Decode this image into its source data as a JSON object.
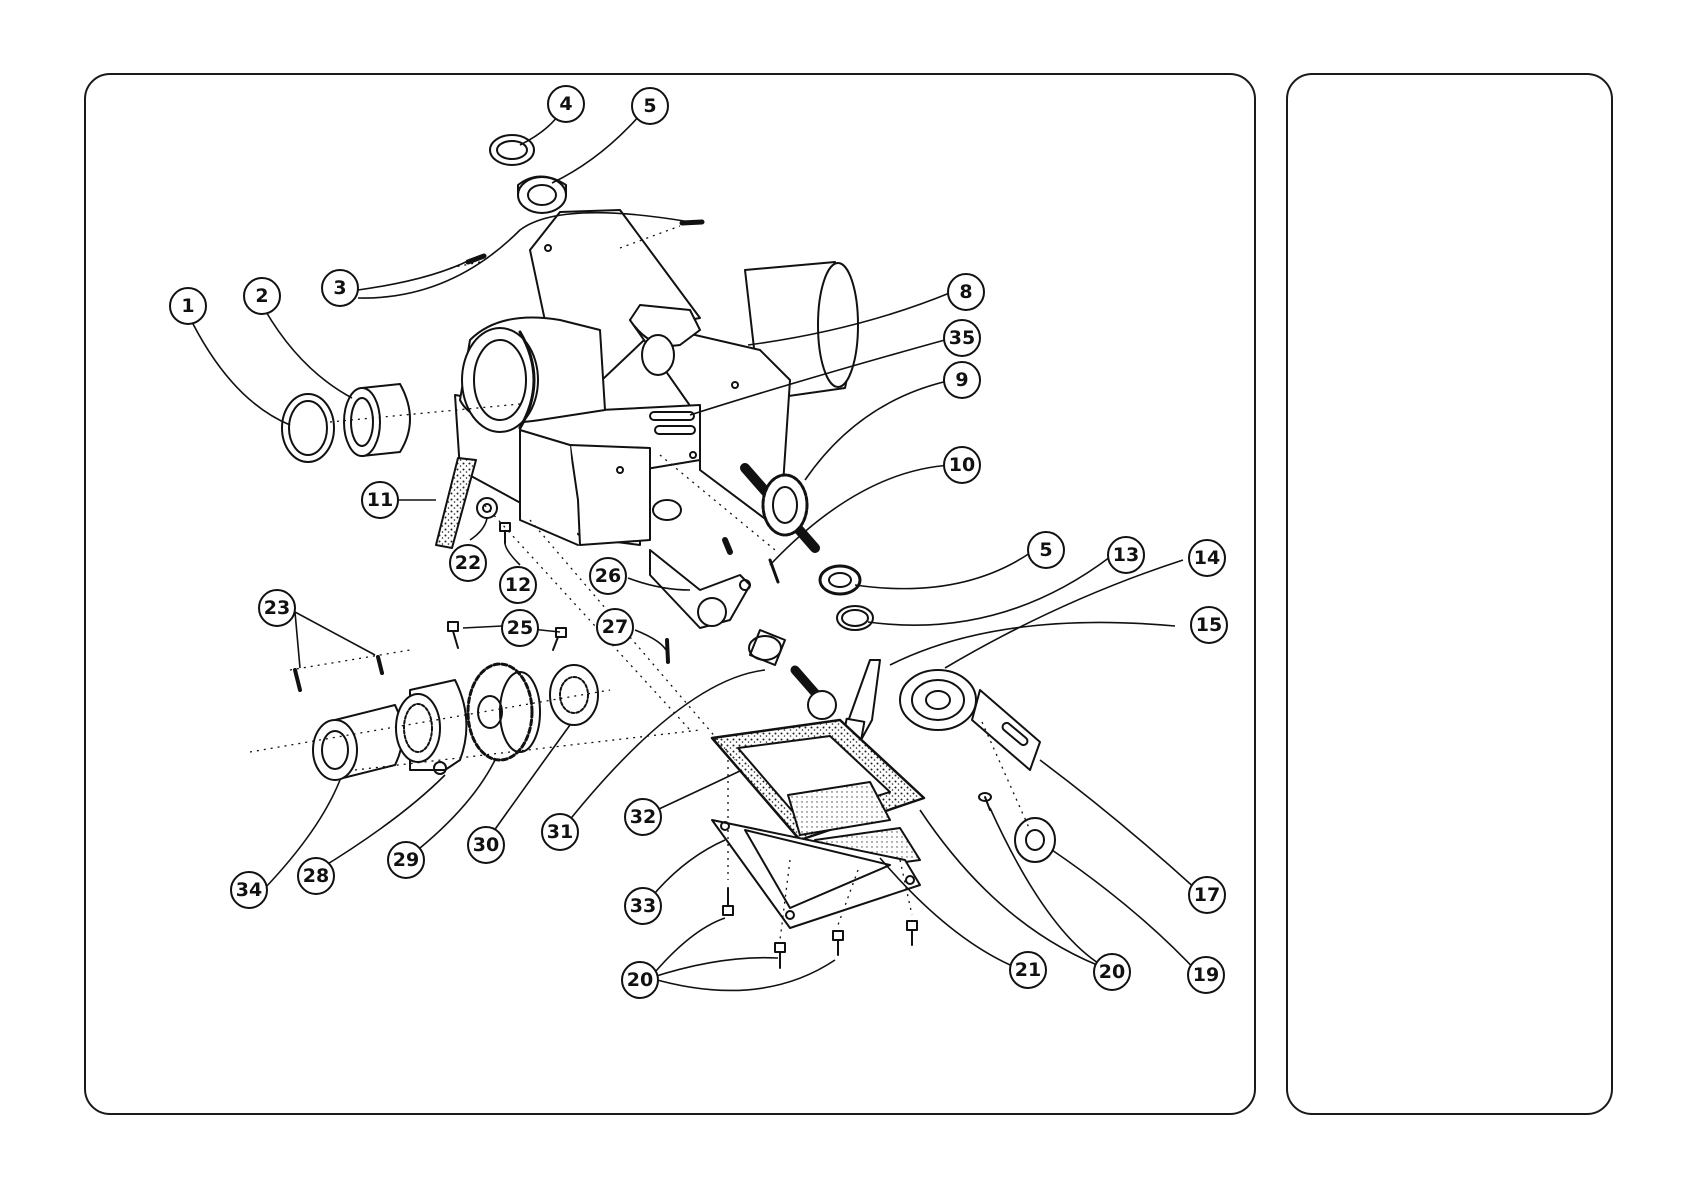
{
  "callouts": [
    {
      "id": "c1",
      "label": "1"
    },
    {
      "id": "c2",
      "label": "2"
    },
    {
      "id": "c3",
      "label": "3"
    },
    {
      "id": "c4",
      "label": "4"
    },
    {
      "id": "c5a",
      "label": "5"
    },
    {
      "id": "c8",
      "label": "8"
    },
    {
      "id": "c35",
      "label": "35"
    },
    {
      "id": "c9",
      "label": "9"
    },
    {
      "id": "c10",
      "label": "10"
    },
    {
      "id": "c11",
      "label": "11"
    },
    {
      "id": "c22",
      "label": "22"
    },
    {
      "id": "c12",
      "label": "12"
    },
    {
      "id": "c26",
      "label": "26"
    },
    {
      "id": "c5b",
      "label": "5"
    },
    {
      "id": "c13",
      "label": "13"
    },
    {
      "id": "c14",
      "label": "14"
    },
    {
      "id": "c15",
      "label": "15"
    },
    {
      "id": "c23",
      "label": "23"
    },
    {
      "id": "c25",
      "label": "25"
    },
    {
      "id": "c27",
      "label": "27"
    },
    {
      "id": "c34",
      "label": "34"
    },
    {
      "id": "c28",
      "label": "28"
    },
    {
      "id": "c29",
      "label": "29"
    },
    {
      "id": "c30",
      "label": "30"
    },
    {
      "id": "c31",
      "label": "31"
    },
    {
      "id": "c32",
      "label": "32"
    },
    {
      "id": "c33",
      "label": "33"
    },
    {
      "id": "c20a",
      "label": "20"
    },
    {
      "id": "c21",
      "label": "21"
    },
    {
      "id": "c20b",
      "label": "20"
    },
    {
      "id": "c19",
      "label": "19"
    },
    {
      "id": "c17",
      "label": "17"
    }
  ]
}
